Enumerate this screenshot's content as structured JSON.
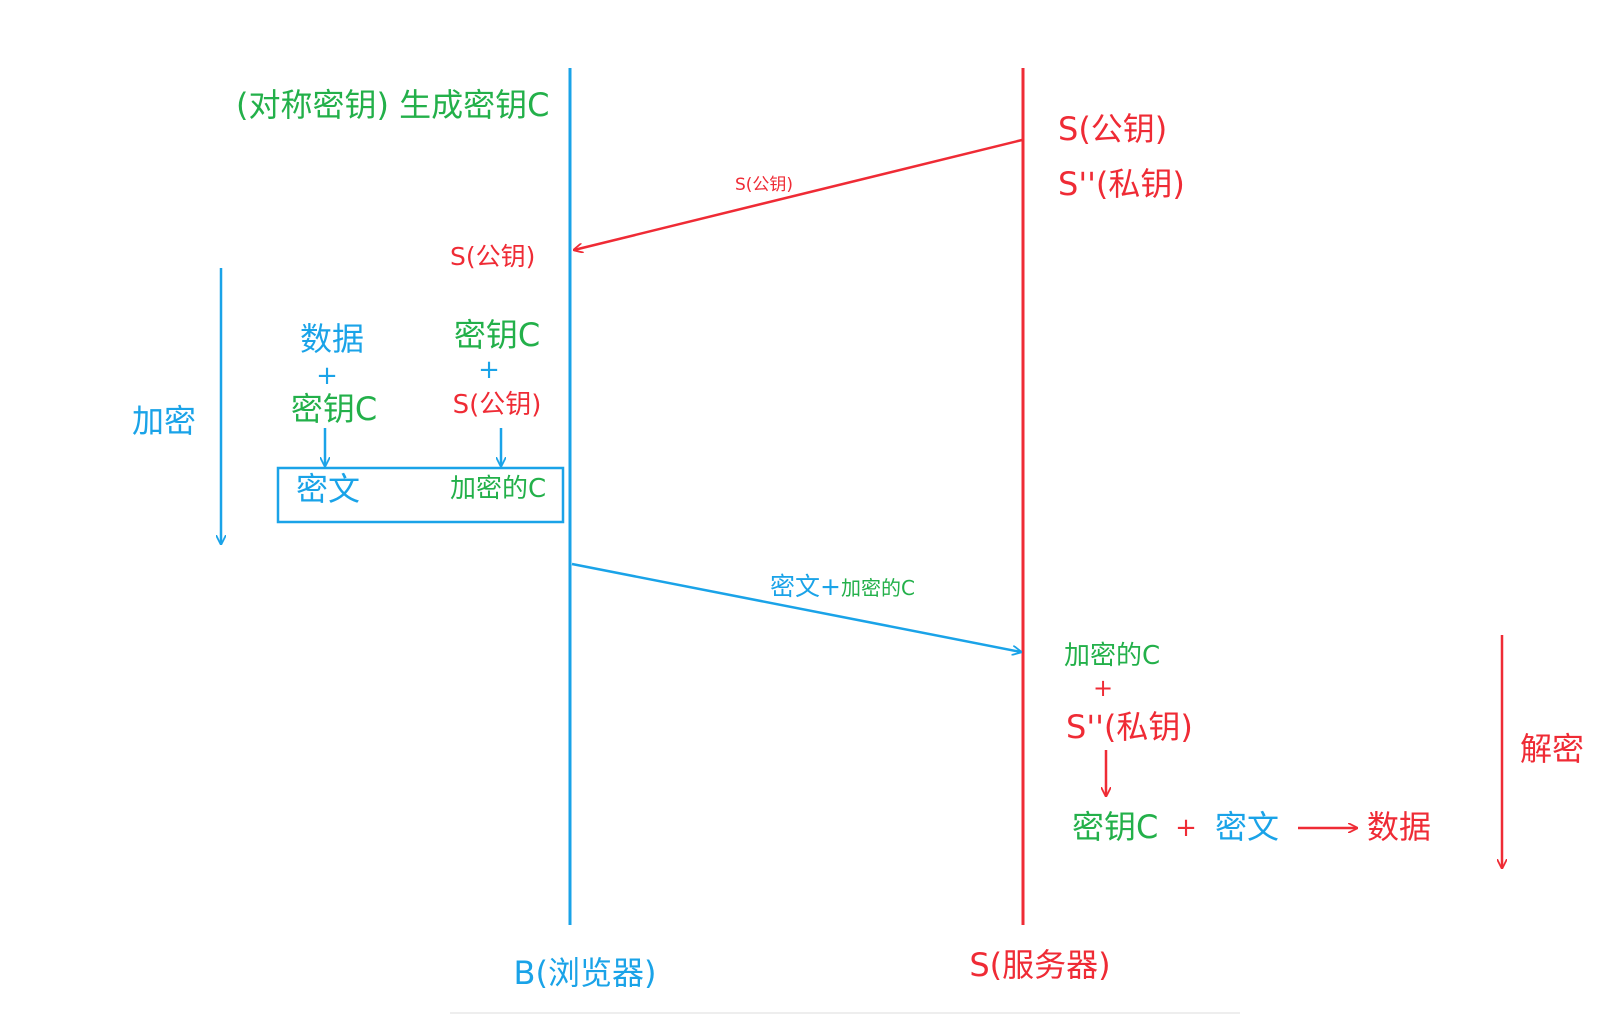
{
  "colors": {
    "blue": "#1aa3e8",
    "red": "#ef2b35",
    "green": "#23b04a"
  },
  "browser": {
    "label": "B(浏览器)",
    "sym_key_gen": "(对称密钥) 生成密钥C",
    "received_pub": "S(公钥)"
  },
  "server": {
    "label": "S(服务器)",
    "public_key": "S(公钥)",
    "private_key": "S''(私钥)"
  },
  "msg_pubkey": {
    "label": "S(公钥)"
  },
  "msg_cipher": {
    "label_cipher": "密文+",
    "label_key": "加密的C"
  },
  "encrypt": {
    "label": "加密",
    "col1_top": "数据",
    "col1_plus": "+",
    "col1_bottom": "密钥C",
    "col2_top": "密钥C",
    "col2_plus": "+",
    "col2_bottom": "S(公钥)",
    "result_cipher": "密文",
    "result_key": "加密的C"
  },
  "decrypt": {
    "label": "解密",
    "top": "加密的C",
    "plus": "+",
    "bottom": "S''(私钥)",
    "key": "密钥C",
    "plus2": "+",
    "cipher": "密文",
    "data": "数据"
  }
}
